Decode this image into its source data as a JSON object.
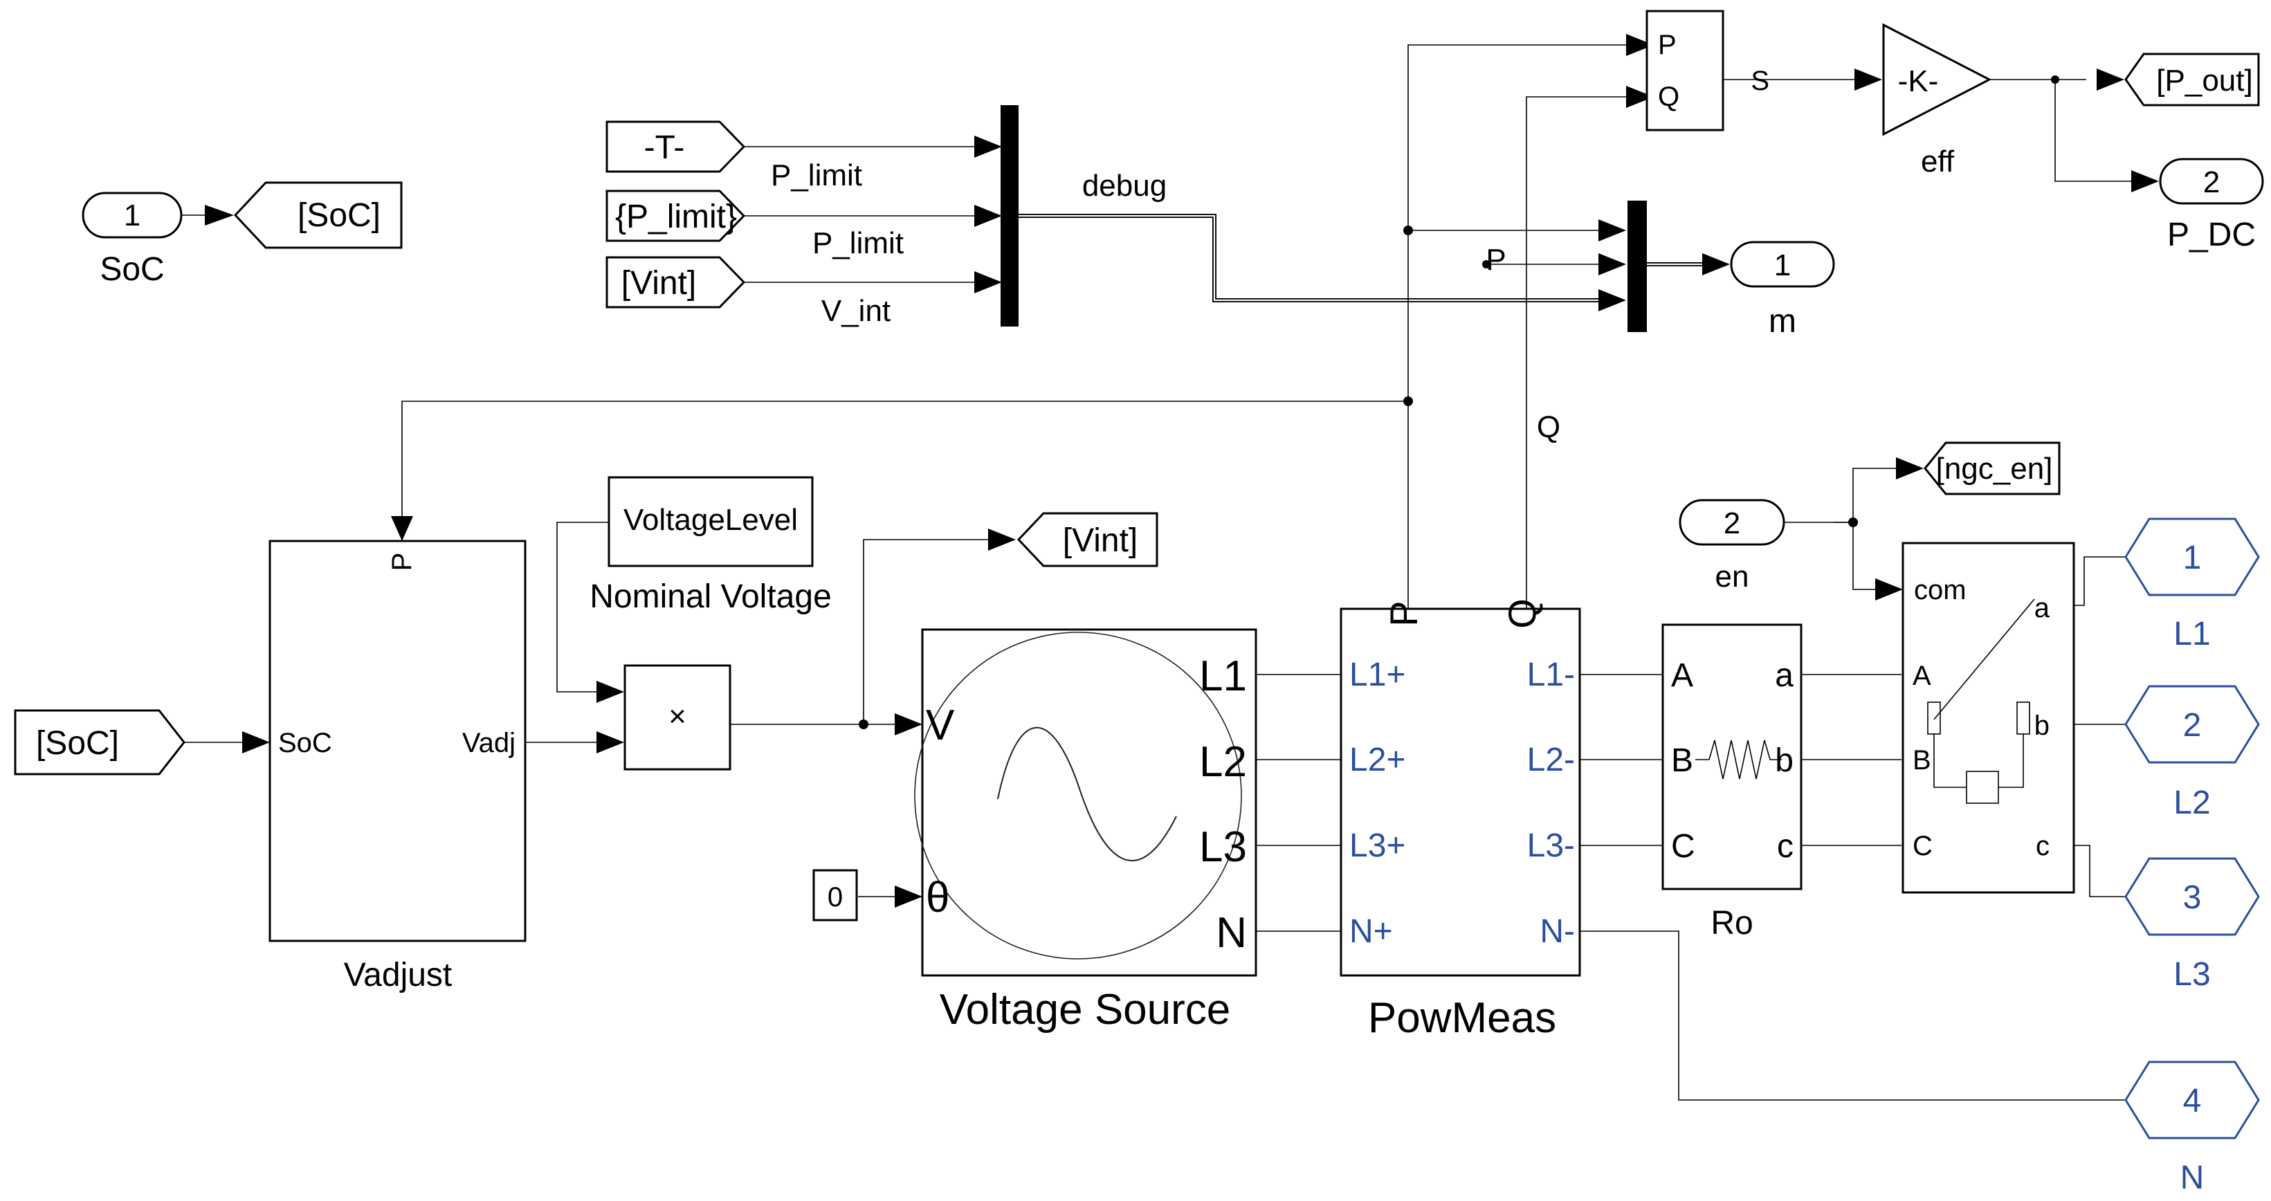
{
  "inports": {
    "soc": {
      "num": "1",
      "label": "SoC"
    },
    "en": {
      "num": "2",
      "label": "en"
    }
  },
  "outports": {
    "m": {
      "num": "1",
      "label": "m"
    },
    "p_dc": {
      "num": "2",
      "label": "P_DC"
    },
    "l1": {
      "num": "1",
      "label": "L1"
    },
    "l2": {
      "num": "2",
      "label": "L2"
    },
    "l3": {
      "num": "3",
      "label": "L3"
    },
    "n": {
      "num": "4",
      "label": "N"
    }
  },
  "goto": {
    "soc": "[SoC]",
    "vint": "[Vint]",
    "p_out": "[P_out]",
    "ngc_en": "[ngc_en]"
  },
  "from": {
    "t": "-T-",
    "p_limit": "{P_limit}",
    "vint": "[Vint]",
    "soc": "[SoC]"
  },
  "signals": {
    "p_limit_1": "P_limit",
    "p_limit_2": "P_limit",
    "v_int": "V_int",
    "debug": "debug",
    "p": "P",
    "q": "Q"
  },
  "blocks": {
    "vadjust": {
      "label": "Vadjust",
      "in_p": "P",
      "in_soc": "SoC",
      "out_vadj": "Vadj"
    },
    "voltage_level": {
      "value": "VoltageLevel",
      "label": "Nominal Voltage"
    },
    "product": {
      "symbol": "×"
    },
    "constant": {
      "value": "0"
    },
    "voltage_source": {
      "label": "Voltage Source",
      "port_v": "V",
      "port_theta": "θ",
      "port_l1": "L1",
      "port_l2": "L2",
      "port_l3": "L3",
      "port_n": "N"
    },
    "powmeas": {
      "label": "PowMeas",
      "port_p": "P",
      "port_q": "Q",
      "in_l1": "L1+",
      "in_l2": "L2+",
      "in_l3": "L3+",
      "in_n": "N+",
      "out_l1": "L1-",
      "out_l2": "L2-",
      "out_l3": "L3-",
      "out_n": "N-"
    },
    "ro": {
      "label": "Ro",
      "a_in": "A",
      "b_in": "B",
      "c_in": "C",
      "a_out": "a",
      "b_out": "b",
      "c_out": "c"
    },
    "breaker": {
      "com": "com",
      "a_in": "A",
      "b_in": "B",
      "c_in": "C",
      "a_out": "a",
      "b_out": "b",
      "c_out": "c"
    },
    "pq": {
      "in_p": "P",
      "in_q": "Q",
      "out_s": "S"
    },
    "gain": {
      "value": "-K-",
      "label": "eff"
    }
  },
  "colors": {
    "line": "#000000",
    "port_blue": "#2b4f9e",
    "background": "#ffffff"
  }
}
